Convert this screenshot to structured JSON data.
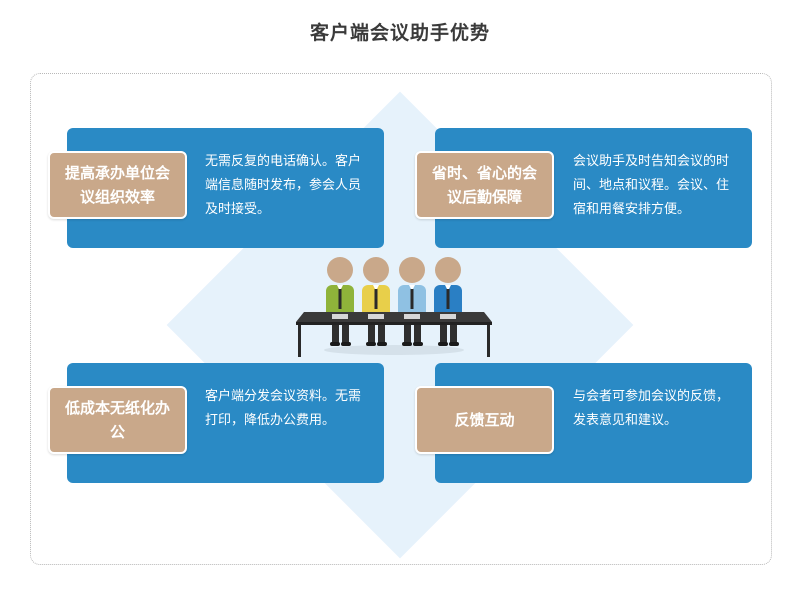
{
  "title": "客户端会议助手优势",
  "cards": [
    {
      "badge": "提高承办单位会议组织效率",
      "desc": "无需反复的电话确认。客户端信息随时发布，参会人员及时接受。"
    },
    {
      "badge": "省时、省心的会议后勤保障",
      "desc": "会议助手及时告知会议的时间、地点和议程。会议、住宿和用餐安排方便。"
    },
    {
      "badge": "低成本无纸化办公",
      "desc": "客户端分发会议资料。无需打印，降低办公费用。"
    },
    {
      "badge": "反馈互动",
      "desc": "与会者可参加会议的反馈，发表意见和建议。"
    }
  ],
  "colors": {
    "card": "#2a8ac5",
    "badge": "#c9a88a",
    "diamond": "#e6f2fb",
    "title": "#3a3a3a"
  },
  "illustration": "meeting-people-icon"
}
